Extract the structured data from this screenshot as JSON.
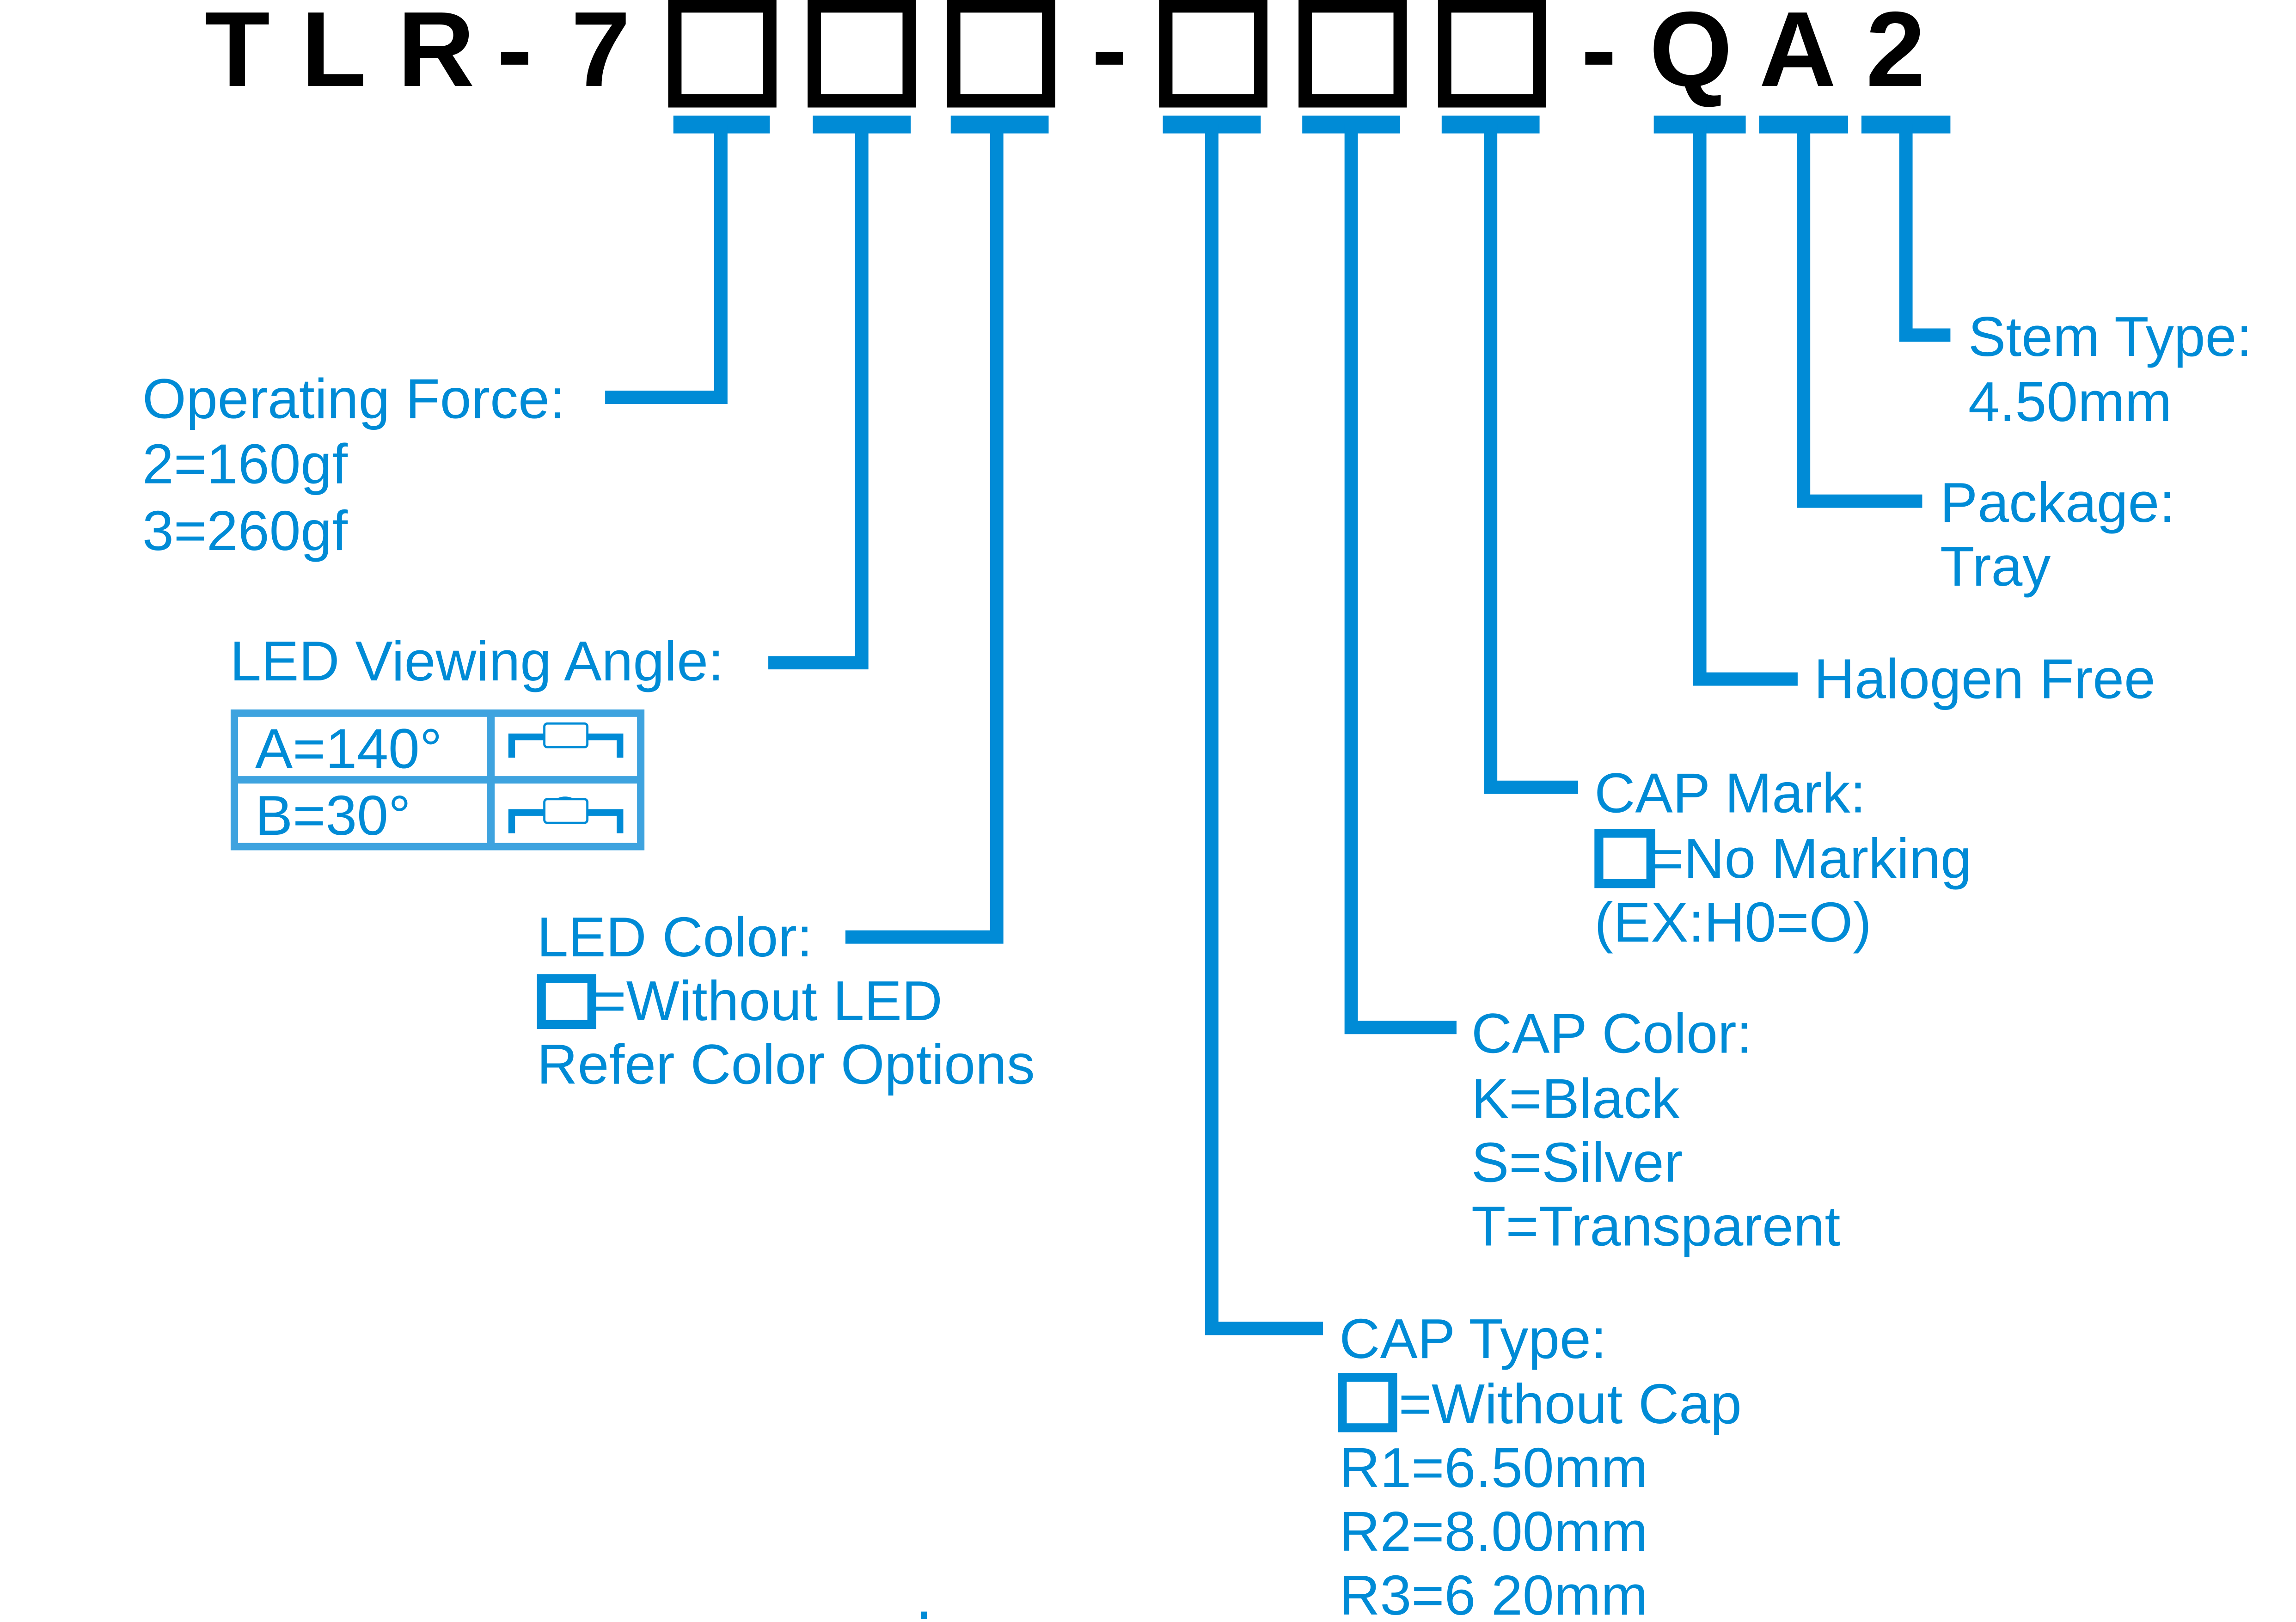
{
  "part_number": {
    "prefix": [
      "T",
      "L",
      "R",
      "-",
      "7"
    ],
    "separator_1": "-",
    "separator_2": "-",
    "suffix": [
      "Q",
      "A",
      "2"
    ],
    "slot_count_group_1": 3,
    "slot_count_group_2": 3
  },
  "colors": {
    "accent": "#008bd6",
    "part_number_text": "#000000",
    "background": "#ffffff"
  },
  "fields": {
    "operating_force": {
      "title": "Operating Force:",
      "options": [
        "2=160gf",
        "3=260gf"
      ]
    },
    "led_viewing_angle": {
      "title": "LED Viewing Angle:",
      "rows": [
        {
          "code": "A=140°",
          "icon": "flat-led-icon"
        },
        {
          "code": "B=30°",
          "icon": "dome-led-icon"
        }
      ]
    },
    "led_color": {
      "title": "LED Color:",
      "blank_option": "=Without LED",
      "options": [
        "Refer Color Options"
      ]
    },
    "cap_type": {
      "title": "CAP Type:",
      "blank_option": "=Without Cap",
      "options": [
        "R1=6.50mm",
        "R2=8.00mm",
        "R3=6 20mm"
      ]
    },
    "cap_color": {
      "title": "CAP Color:",
      "options": [
        "K=Black",
        "S=Silver",
        "T=Transparent"
      ]
    },
    "cap_mark": {
      "title": "CAP Mark:",
      "blank_option": "=No Marking",
      "options": [
        "(EX:H0=O)"
      ]
    },
    "halogen_free": {
      "title": "Halogen Free"
    },
    "package": {
      "title": "Package:",
      "options": [
        "Tray"
      ]
    },
    "stem_type": {
      "title": "Stem Type:",
      "options": [
        "4.50mm"
      ]
    }
  },
  "footer": {
    "dot": "."
  }
}
